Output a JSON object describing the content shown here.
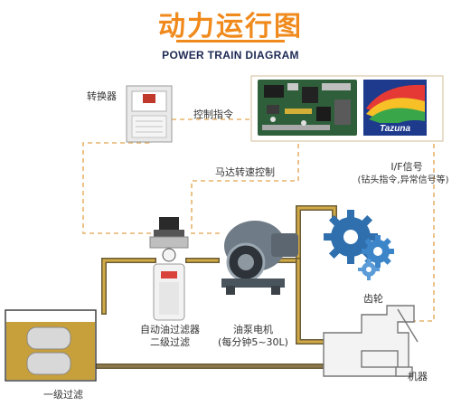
{
  "title": "动力运行图",
  "subtitle": "POWER TRAIN DIAGRAM",
  "labels": {
    "converter": "转换器",
    "control_cmd": "控制指令",
    "motor_speed": "马达转速控制",
    "if_signal_1": "I/F信号",
    "if_signal_2": "(钻头指令,异常信号等)",
    "gear": "齿轮",
    "filter_1": "自动油过滤器",
    "filter_2": "二级过滤",
    "pump_1": "油泵电机",
    "pump_2": "(每分钟5~30L)",
    "machine": "机器",
    "primary_filter": "一级过滤",
    "brand": "Tazuna"
  },
  "colors": {
    "title": "#f08a1c",
    "subtitle": "#1e2a55",
    "pipe": "#c8a040",
    "pipe_dark": "#6b5c38",
    "dashed": "#e6b36a",
    "gear": "#2f6fae",
    "tank_oil": "#c7a03c"
  }
}
